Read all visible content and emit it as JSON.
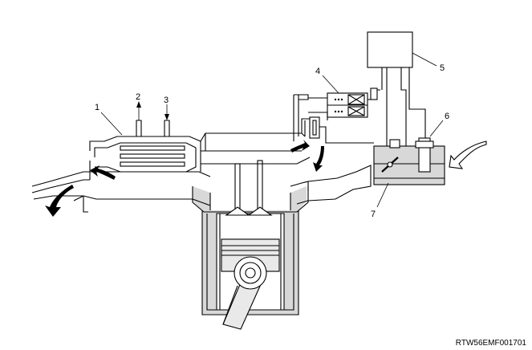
{
  "diagram": {
    "callouts": [
      "1",
      "2",
      "3",
      "4",
      "5",
      "6",
      "7"
    ],
    "image_code": "RTW56EMF001701"
  }
}
